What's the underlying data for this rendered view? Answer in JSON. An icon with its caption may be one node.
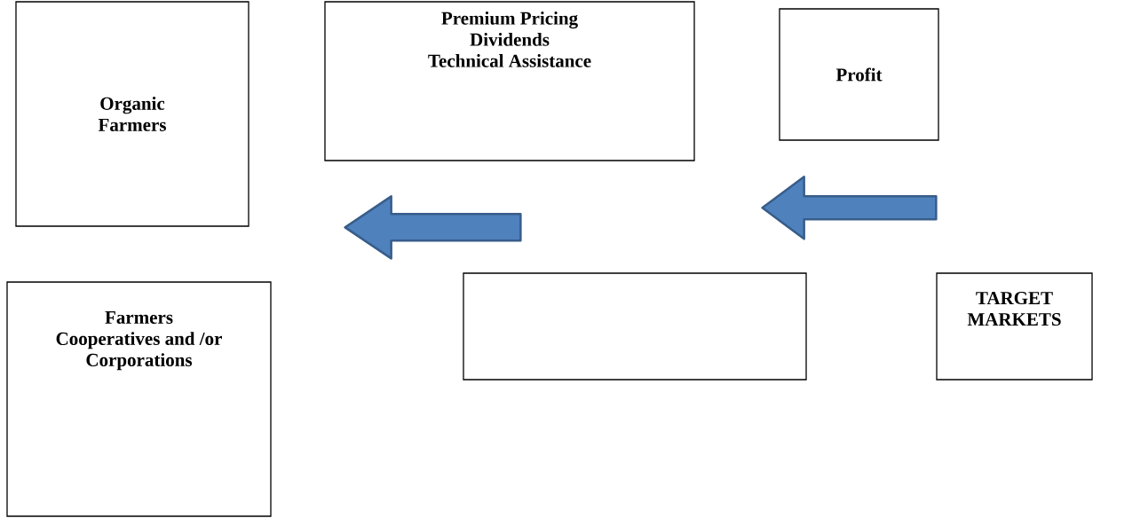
{
  "diagram": {
    "nodes": [
      {
        "text": [
          "Organic Farmers"
        ]
      },
      {
        "text": [
          "Premium Pricing",
          "Dividends",
          "Technical Assistance"
        ]
      },
      {
        "text": [
          "Profit"
        ]
      },
      {
        "text": [
          "Farmers",
          "Cooperatives and /or Corporations"
        ]
      },
      {
        "text": [],
        "shape": "box"
      },
      {
        "text": [
          "TARGET MARKETS"
        ]
      }
    ],
    "edges": [
      {
        "from": 5,
        "to": 4,
        "arrow": "to",
        "style": "thick"
      },
      {
        "from": 4,
        "to": 0,
        "arrow": "to",
        "style": "thick"
      }
    ]
  }
}
